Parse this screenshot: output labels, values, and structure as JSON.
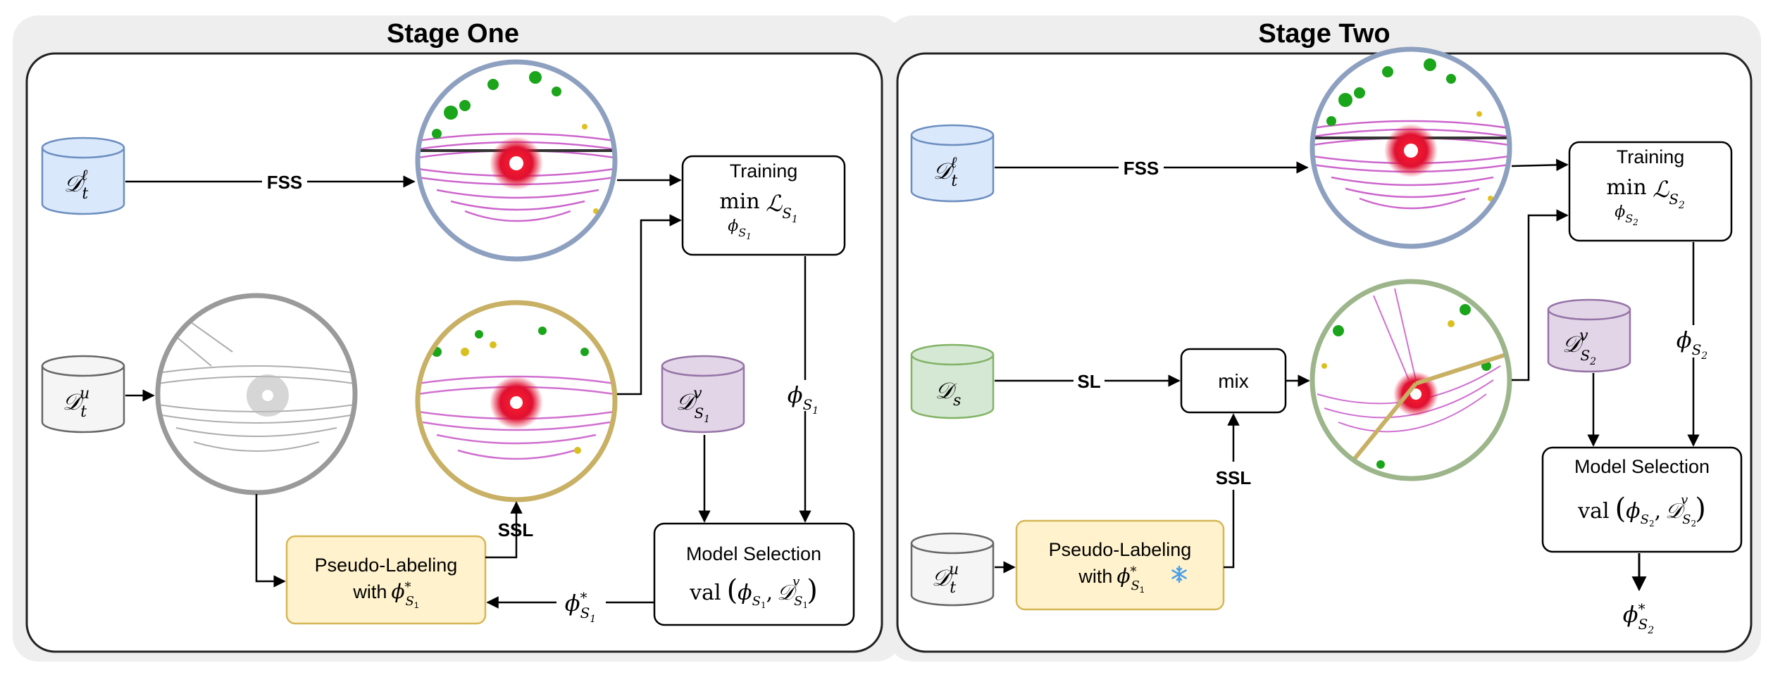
{
  "stages": {
    "one": {
      "title": "Stage One"
    },
    "two": {
      "title": "Stage Two"
    }
  },
  "edge_labels": {
    "fss": "FSS",
    "ssl": "SSL",
    "sl": "SL"
  },
  "boxes": {
    "training": "Training",
    "min": "min",
    "mix": "mix",
    "model_selection": "Model Selection",
    "val": "val",
    "pseudo_labeling": "Pseudo-Labeling",
    "with": "with"
  },
  "math": {
    "D": "𝒟",
    "L": "ℒ",
    "phi": "ϕ",
    "sup_labeled": "ℓ",
    "sup_unlabeled": "u",
    "sup_val": "v",
    "sub_t": "t",
    "sub_s": "s",
    "sub_S1": "S",
    "sub_S2": "S",
    "idx1": "1",
    "idx2": "2",
    "star": "*",
    "lparen": "(",
    "rparen": ")",
    "comma": ","
  },
  "icons": {
    "frozen": "snowflake-icon"
  },
  "colors": {
    "labeled_cylinder": "#dae8fc",
    "labeled_stroke": "#6c8ebf",
    "unlabeled_cylinder": "#f5f5f5",
    "unlabeled_stroke": "#666666",
    "val_cylinder": "#e1d5e7",
    "val_stroke": "#9673a6",
    "source_cylinder": "#d5e8d4",
    "source_stroke": "#82b366",
    "pseudo_box": "#fff2cc",
    "pseudo_stroke": "#d6b656",
    "ring_labeled": "#8ea0c0",
    "ring_pseudo": "#c8b064",
    "ring_unlabeled": "#9a9a9a",
    "ring_mix": "#9cb58a",
    "snowflake": "#4a9fe8"
  }
}
